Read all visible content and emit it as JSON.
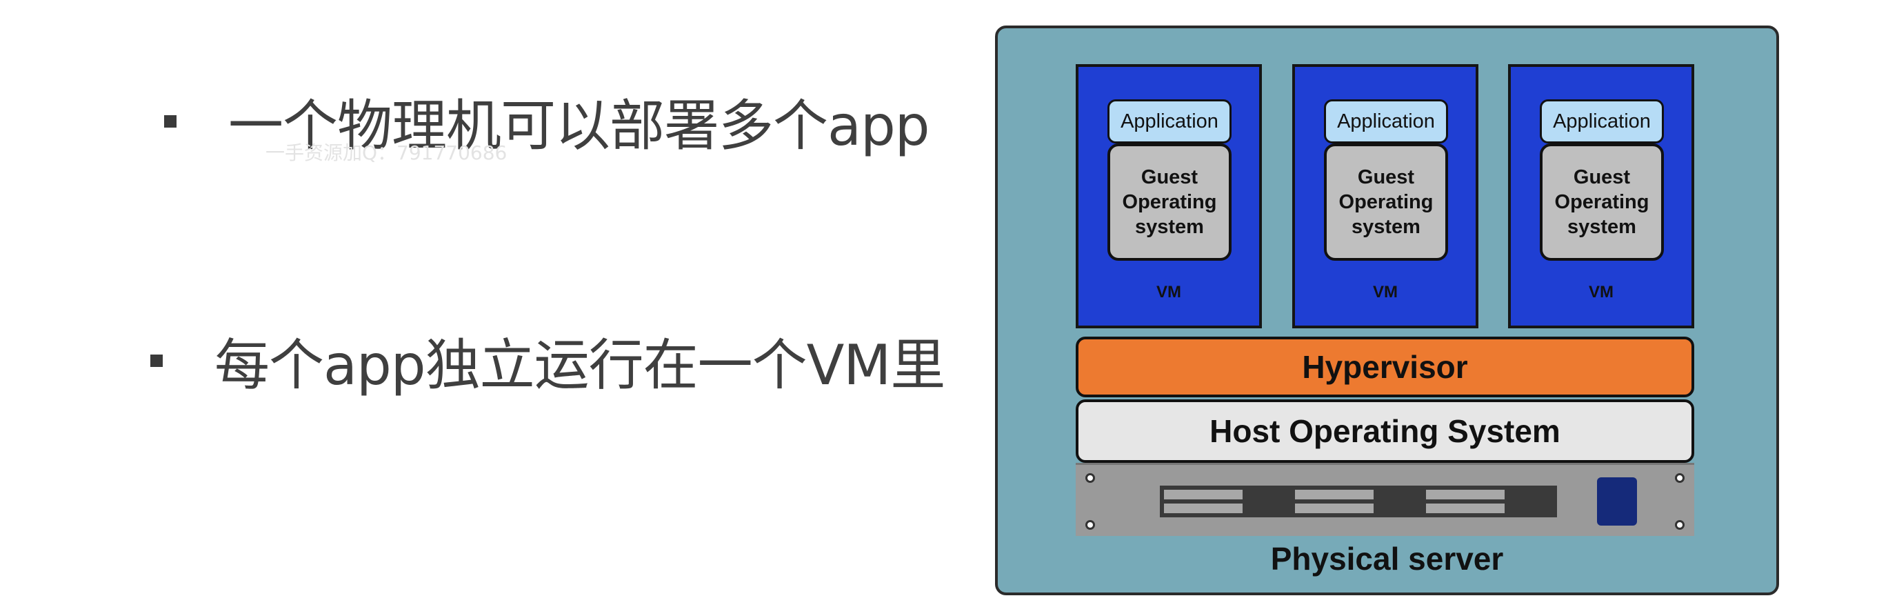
{
  "bullets": [
    {
      "text": "一个物理机可以部署多个app"
    },
    {
      "text": "每个app独立运行在一个VM里"
    }
  ],
  "watermark": "一手资源加Q：791770686",
  "diagram": {
    "vms": [
      {
        "app_label": "Application",
        "guest_line1": "Guest",
        "guest_line2": "Operating",
        "guest_line3": "system",
        "vm_label": "VM"
      },
      {
        "app_label": "Application",
        "guest_line1": "Guest",
        "guest_line2": "Operating",
        "guest_line3": "system",
        "vm_label": "VM"
      },
      {
        "app_label": "Application",
        "guest_line1": "Guest",
        "guest_line2": "Operating",
        "guest_line3": "system",
        "vm_label": "VM"
      }
    ],
    "hypervisor_label": "Hypervisor",
    "host_os_label": "Host Operating System",
    "server_label": "Physical server"
  },
  "colors": {
    "server": "#77aab8",
    "vm": "#1f3fd3",
    "application": "#b6dcf6",
    "guest_os": "#bfbfbf",
    "hypervisor": "#ed7a30",
    "host_os": "#e6e6e6",
    "rack": "#9a9a9a"
  }
}
